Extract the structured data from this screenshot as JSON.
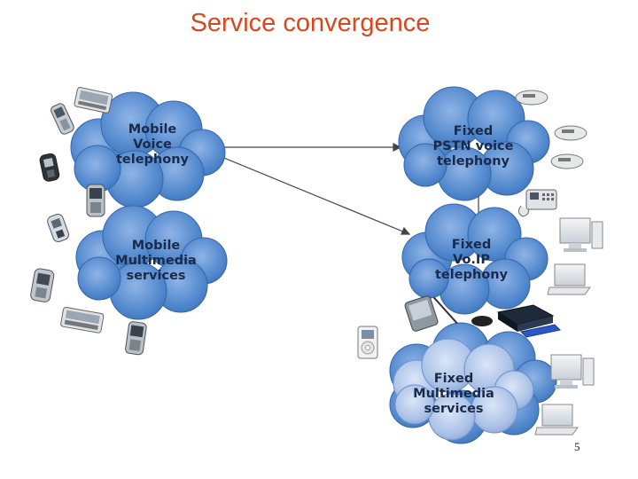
{
  "title": "Service convergence",
  "page_number": "5",
  "clouds": {
    "mobile_voice": [
      "Mobile",
      "Voice",
      "telephony"
    ],
    "mobile_multimedia": [
      "Mobile",
      "Multimedia",
      "services"
    ],
    "fixed_pstn": [
      "Fixed",
      "PSTN voice",
      "telephony"
    ],
    "fixed_voip": [
      "Fixed",
      "Vo.IP",
      "telephony"
    ],
    "fixed_multimedia": [
      "Fixed",
      "Multimedia",
      "services"
    ]
  },
  "colors": {
    "title": "#d9481c",
    "cloud_blue": "#5b8fd0",
    "cloud_light": "#a9c0e6",
    "connector": "#444444"
  }
}
